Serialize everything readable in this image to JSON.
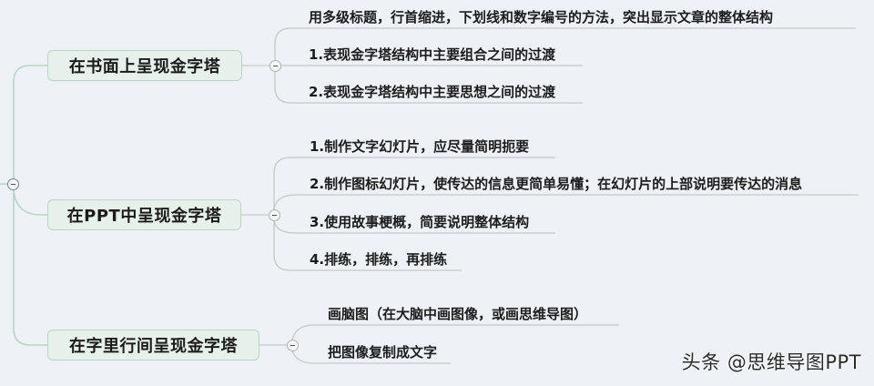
{
  "mindmap": {
    "colors": {
      "background": "#eef2f6",
      "topic_fill": "#e7f1ec",
      "topic_border": "#b8d5c4",
      "main_connector": "#b8d5c4",
      "leaf_connector": "#c4c9c6",
      "underline": "#c4c9c6",
      "root_button": "#6f83a6"
    },
    "root_button_icon": "collapse-minus-icon",
    "topics": [
      {
        "label": "在书面上呈现金字塔",
        "collapse_icon": "collapse-minus-icon",
        "children": [
          "用多级标题，行首缩进，下划线和数字编号的方法，突出显示文章的整体结构",
          "1.表现金字塔结构中主要组合之间的过渡",
          "2.表现金字塔结构中主要思想之间的过渡"
        ]
      },
      {
        "label": "在PPT中呈现金字塔",
        "collapse_icon": "collapse-minus-icon",
        "children": [
          "1.制作文字幻灯片，应尽量简明扼要",
          "2.制作图标幻灯片，使传达的信息更简单易懂；在幻灯片的上部说明要传达的消息",
          "3.使用故事梗概，简要说明整体结构",
          "4.排练，排练，再排练"
        ]
      },
      {
        "label": "在字里行间呈现金字塔",
        "collapse_icon": "collapse-minus-icon",
        "children": [
          "画脑图（在大脑中画图像，或画思维导图）",
          "把图像复制成文字"
        ]
      }
    ]
  },
  "watermark": "头条 @思维导图PPT"
}
